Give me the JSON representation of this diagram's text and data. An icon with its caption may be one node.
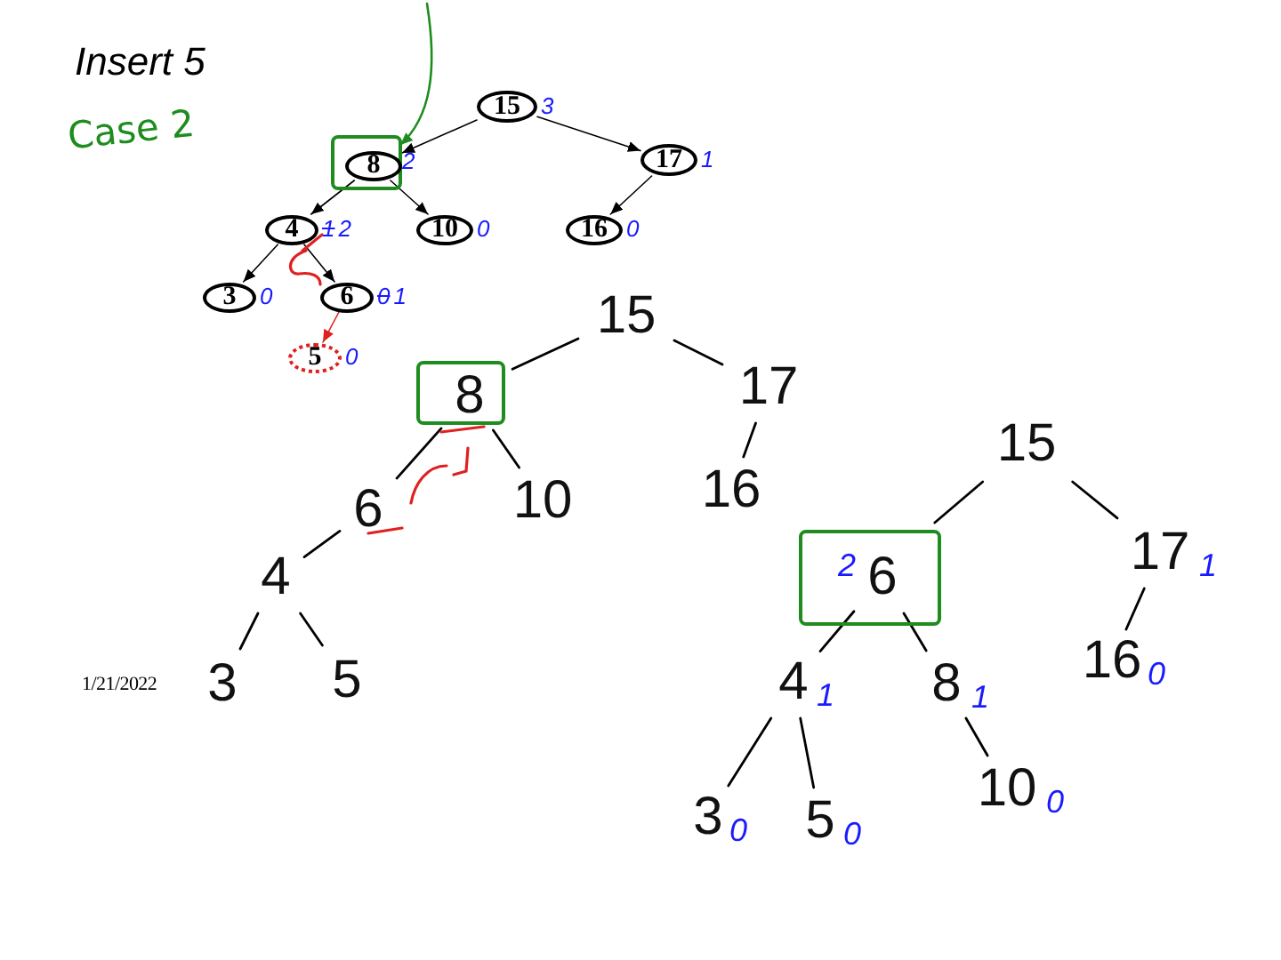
{
  "diagram": {
    "title": "Insert 5",
    "nodes": [
      {
        "text": [
          "15"
        ],
        "beside": [
          "3"
        ]
      },
      {
        "text": [],
        "shape": "box"
      },
      {
        "text": [
          "8"
        ],
        "in": 1,
        "beside": [
          "2"
        ]
      },
      {
        "text": [
          "17"
        ],
        "beside": [
          "1"
        ]
      },
      {
        "text": [
          "4"
        ],
        "beside": [
          "1",
          "2"
        ]
      },
      {
        "text": [
          "10"
        ],
        "beside": [
          "0"
        ]
      },
      {
        "text": [
          "16"
        ],
        "beside": [
          "0"
        ]
      },
      {
        "text": [
          "3"
        ],
        "beside": [
          "0"
        ]
      },
      {
        "text": [
          "6"
        ],
        "beside": [
          "0",
          "1"
        ]
      },
      {
        "text": [
          "5"
        ],
        "beside": [
          "0"
        ]
      },
      {
        "text": [
          "15"
        ]
      },
      {
        "text": [],
        "shape": "box"
      },
      {
        "text": [
          "8"
        ],
        "in": 11
      },
      {
        "text": [
          "17"
        ]
      },
      {
        "text": [
          "6"
        ]
      },
      {
        "text": [
          "10"
        ]
      },
      {
        "text": [
          "16"
        ]
      },
      {
        "text": [
          "4"
        ]
      },
      {
        "text": [
          "3"
        ]
      },
      {
        "text": [
          "5"
        ]
      },
      {
        "text": [
          "15"
        ]
      },
      {
        "text": [],
        "shape": "box"
      },
      {
        "text": [
          "6"
        ],
        "in": 21,
        "beside": [
          "2"
        ]
      },
      {
        "text": [
          "17"
        ],
        "beside": [
          "1"
        ]
      },
      {
        "text": [
          "4"
        ],
        "beside": [
          "1"
        ]
      },
      {
        "text": [
          "8"
        ],
        "beside": [
          "1"
        ]
      },
      {
        "text": [
          "16"
        ],
        "beside": [
          "0"
        ]
      },
      {
        "text": [
          "3"
        ],
        "beside": [
          "0"
        ]
      },
      {
        "text": [
          "5"
        ],
        "beside": [
          "0"
        ]
      },
      {
        "text": [
          "10"
        ],
        "beside": [
          "0"
        ]
      }
    ],
    "edges": [
      {
        "from": 0,
        "to": 2,
        "arrow": "to"
      },
      {
        "from": 0,
        "to": 3,
        "arrow": "to"
      },
      {
        "from": 2,
        "to": 4,
        "arrow": "to"
      },
      {
        "from": 2,
        "to": 5,
        "arrow": "to"
      },
      {
        "from": 3,
        "to": 6,
        "arrow": "to"
      },
      {
        "from": 4,
        "to": 7,
        "arrow": "to"
      },
      {
        "from": 4,
        "to": 8,
        "arrow": "to"
      },
      {
        "from": 8,
        "to": 9,
        "arrow": "to",
        "color": "#e02020"
      },
      {
        "from": null,
        "to": 1,
        "arrow": "to",
        "color": "#1e8c1e"
      },
      {
        "from": 10,
        "to": 11,
        "arrow": "none"
      },
      {
        "from": 10,
        "to": 13,
        "arrow": "none"
      },
      {
        "from": 12,
        "to": 14,
        "arrow": "none"
      },
      {
        "from": 12,
        "to": 15,
        "arrow": "none"
      },
      {
        "from": 13,
        "to": 16,
        "arrow": "none"
      },
      {
        "from": 14,
        "to": 17,
        "arrow": "none"
      },
      {
        "from": 17,
        "to": 18,
        "arrow": "none"
      },
      {
        "from": 17,
        "to": 19,
        "arrow": "none"
      },
      {
        "from": 20,
        "to": 21,
        "arrow": "none"
      },
      {
        "from": 20,
        "to": 23,
        "arrow": "none"
      },
      {
        "from": 22,
        "to": 24,
        "arrow": "none"
      },
      {
        "from": 22,
        "to": 25,
        "arrow": "none"
      },
      {
        "from": 23,
        "to": 26,
        "arrow": "none"
      },
      {
        "from": 24,
        "to": 27,
        "arrow": "none"
      },
      {
        "from": 24,
        "to": 28,
        "arrow": "none"
      },
      {
        "from": 25,
        "to": 29,
        "arrow": "none"
      }
    ],
    "labels": [
      "Case 2",
      "1/21/2022"
    ]
  }
}
